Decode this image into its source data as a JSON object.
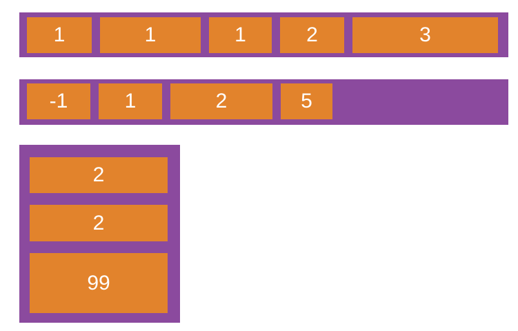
{
  "colors": {
    "page-bg": "#ffffff",
    "container-purple": "#8b4a9e",
    "item-orange": "#e2832c",
    "item-text": "#ffffff"
  },
  "containers": [
    {
      "name": "row-a",
      "direction": "row",
      "items": [
        "1",
        "1",
        "1",
        "2",
        "3"
      ]
    },
    {
      "name": "row-b",
      "direction": "row",
      "items": [
        "-1",
        "1",
        "2",
        "5"
      ]
    },
    {
      "name": "column-c",
      "direction": "column",
      "items": [
        "2",
        "2",
        "99"
      ]
    }
  ]
}
